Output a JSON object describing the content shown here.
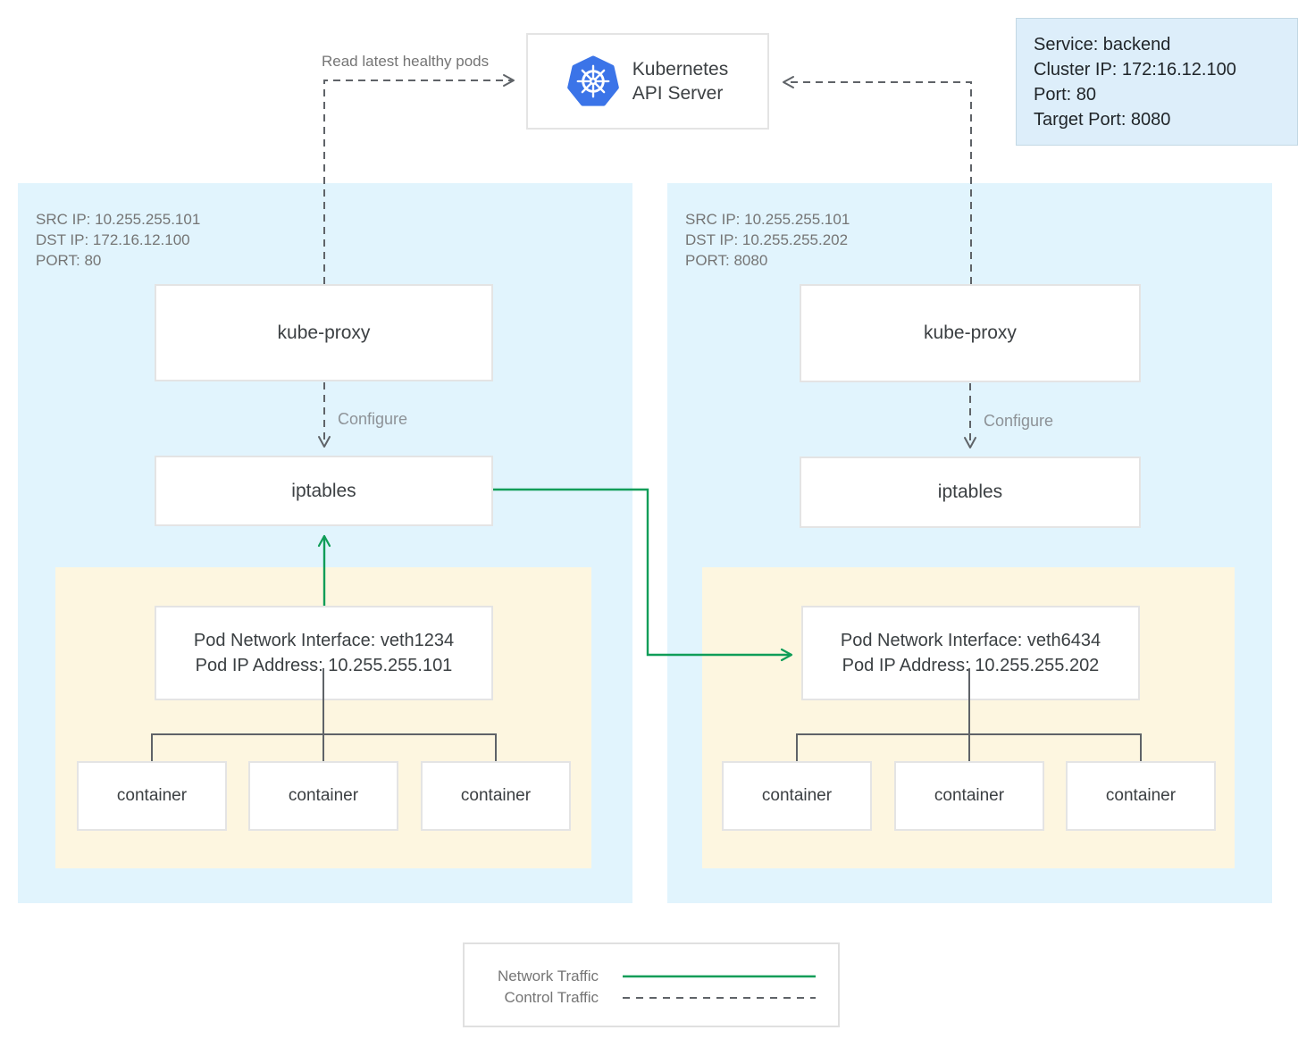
{
  "api_server": {
    "title_line1": "Kubernetes",
    "title_line2": "API Server"
  },
  "service_card": {
    "line1": "Service: backend",
    "line2": "Cluster IP: 172:16.12.100",
    "line3": "Port: 80",
    "line4": "Target Port: 8080"
  },
  "edges": {
    "read_label": "Read latest healthy pods",
    "configure_left": "Configure",
    "configure_right": "Configure"
  },
  "node_left": {
    "src": "SRC IP: 10.255.255.101",
    "dst": "DST IP: 172.16.12.100",
    "port": "PORT: 80",
    "kube_proxy": "kube-proxy",
    "iptables": "iptables",
    "pod_interface_line1": "Pod Network Interface: veth1234",
    "pod_interface_line2": "Pod IP Address: 10.255.255.101",
    "containers": [
      "container",
      "container",
      "container"
    ]
  },
  "node_right": {
    "src": "SRC IP: 10.255.255.101",
    "dst": "DST IP: 10.255.255.202",
    "port": "PORT: 8080",
    "kube_proxy": "kube-proxy",
    "iptables": "iptables",
    "pod_interface_line1": "Pod Network Interface: veth6434",
    "pod_interface_line2": "Pod IP Address: 10.255.255.202",
    "containers": [
      "container",
      "container",
      "container"
    ]
  },
  "legend": {
    "network": "Network Traffic",
    "control": "Control Traffic"
  },
  "colors": {
    "network_traffic_green": "#0f9d58",
    "control_traffic_gray": "#5f6368",
    "node_bg": "#e1f4fd",
    "pod_bg": "#fdf6e0",
    "service_card_bg": "#ddeefa",
    "kubernetes_blue": "#3b74e8"
  }
}
